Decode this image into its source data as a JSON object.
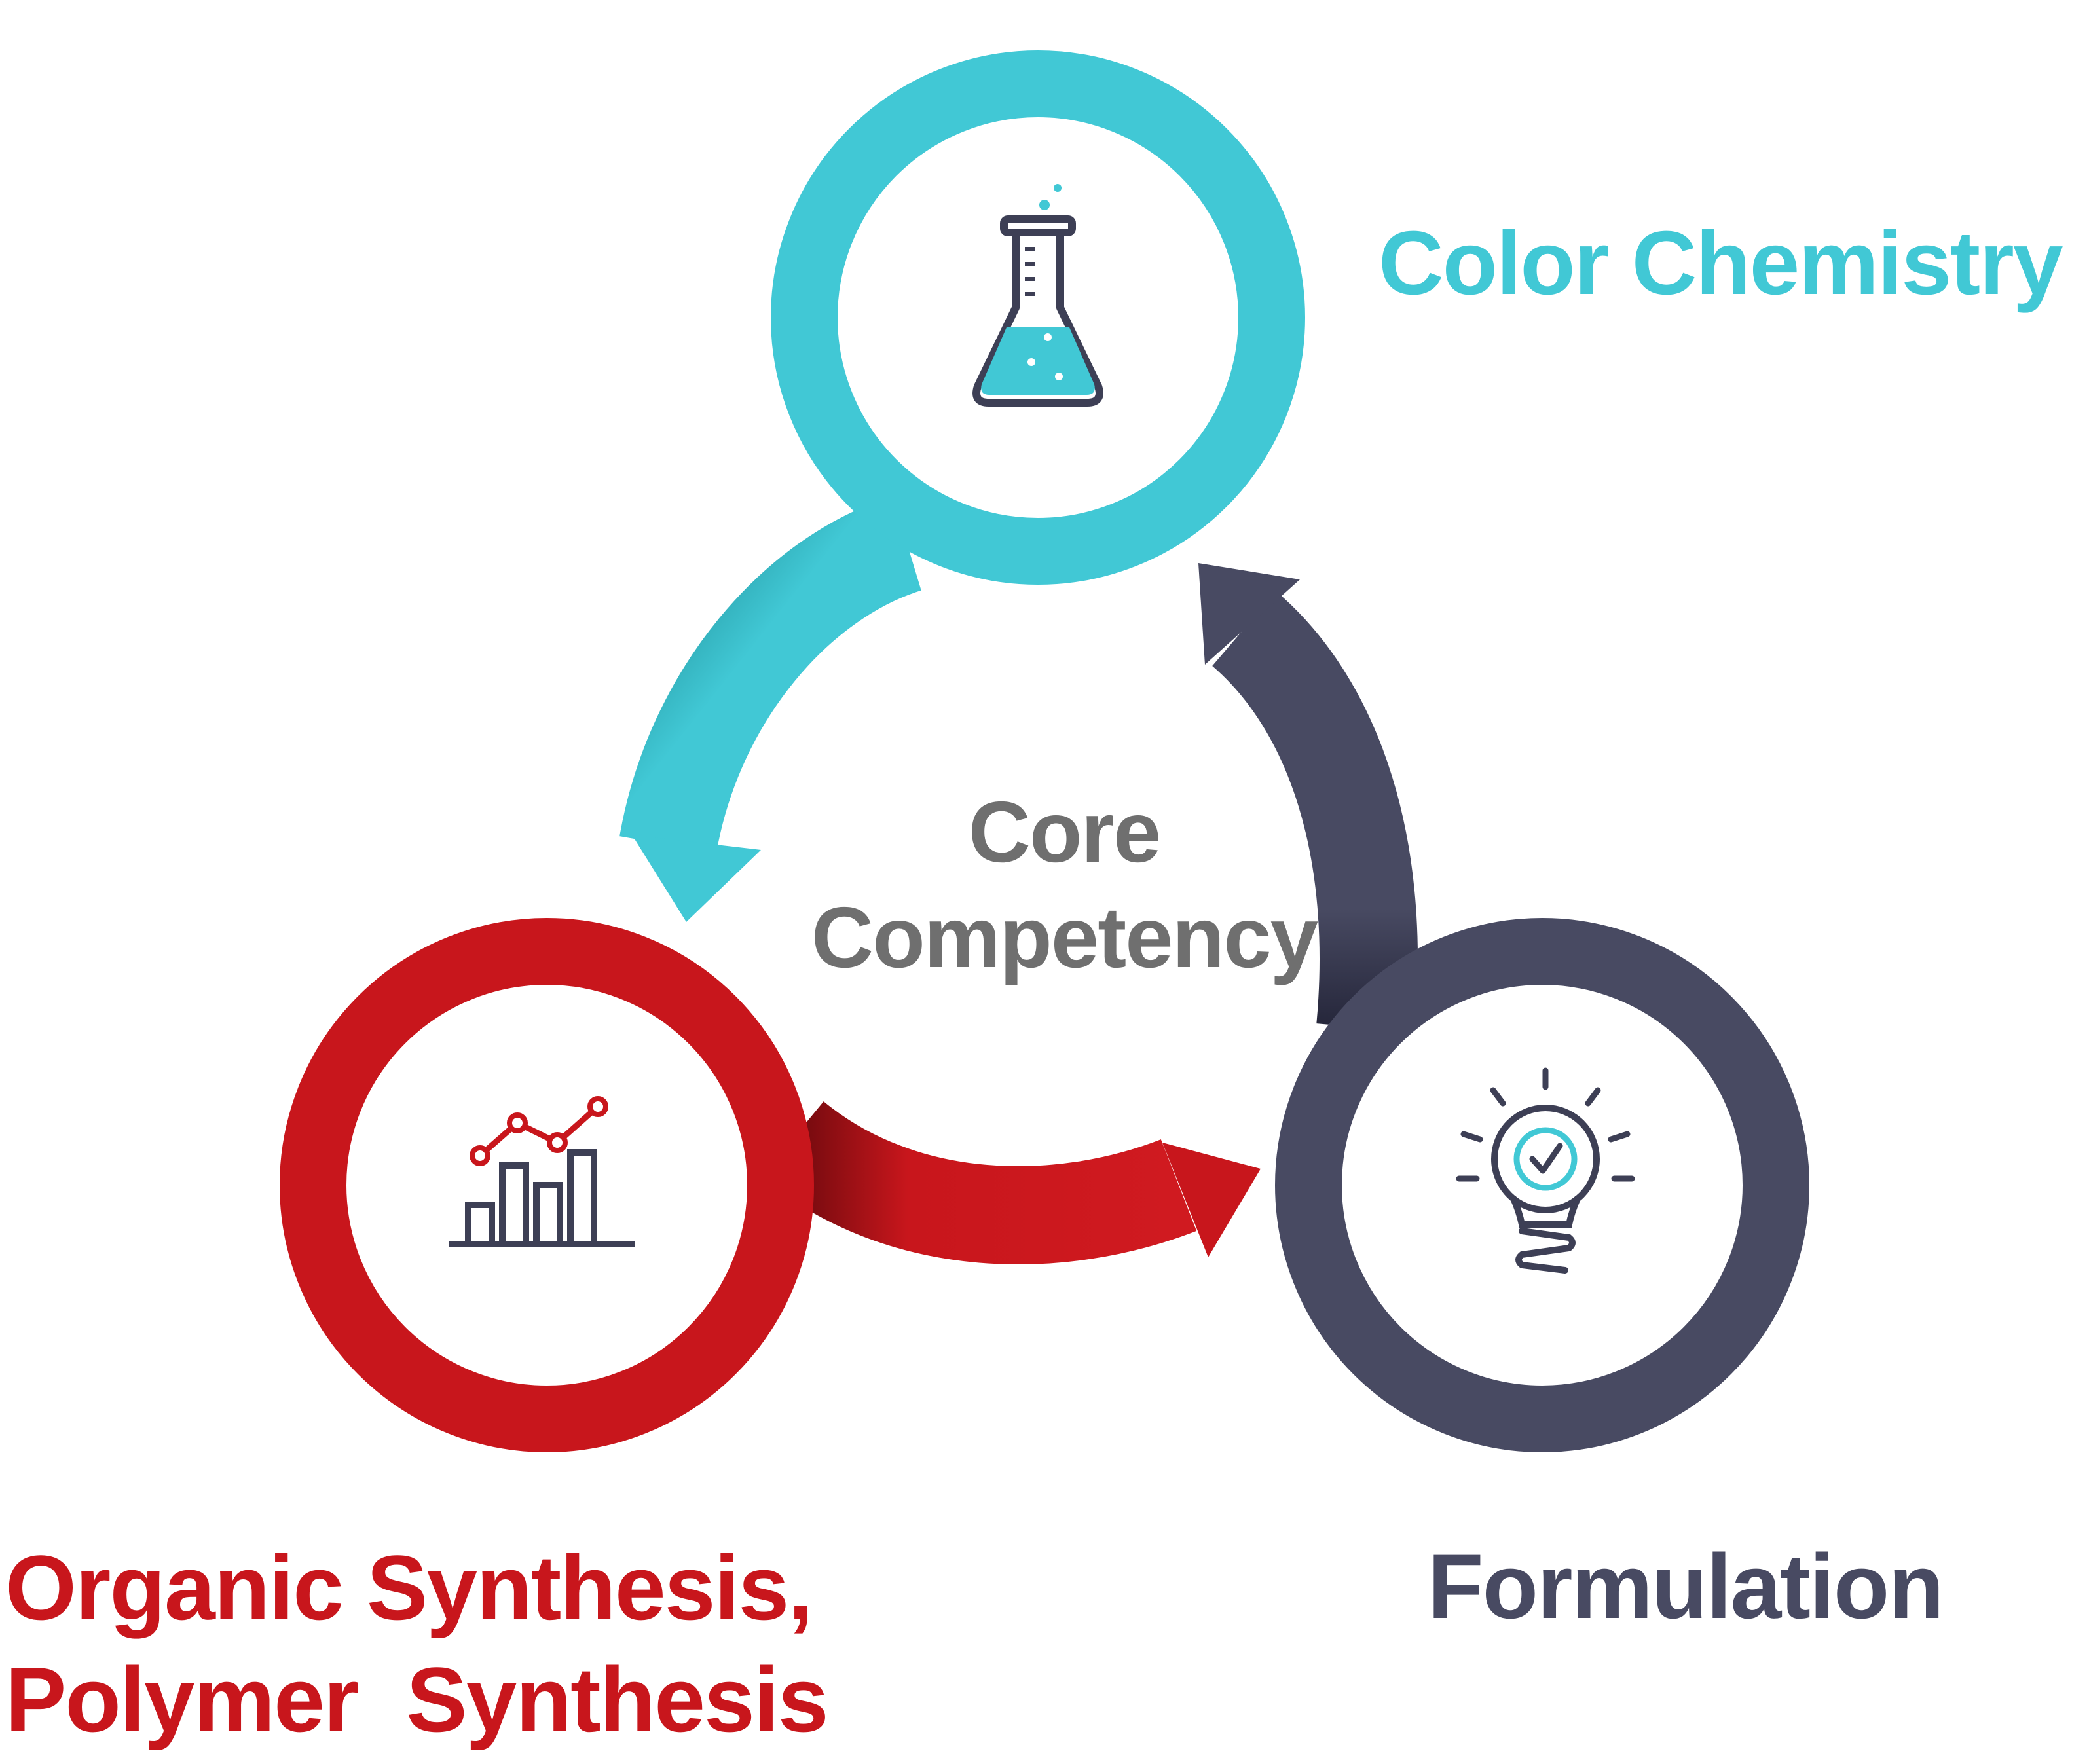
{
  "nodes": {
    "color_chemistry": {
      "label": "Color Chemistry",
      "color": "#41c8d5",
      "icon": "flask-icon"
    },
    "organic_synthesis": {
      "label_lines": [
        "Organic Synthesis,",
        "Polymer  Synthesis"
      ],
      "color": "#c8161c",
      "icon": "bar-chart-icon"
    },
    "formulation": {
      "label": "Formulation",
      "color": "#484a62",
      "icon": "lightbulb-icon"
    }
  },
  "center": {
    "label_lines": [
      "Core",
      "Competency"
    ],
    "color": "#6f6f6f"
  }
}
